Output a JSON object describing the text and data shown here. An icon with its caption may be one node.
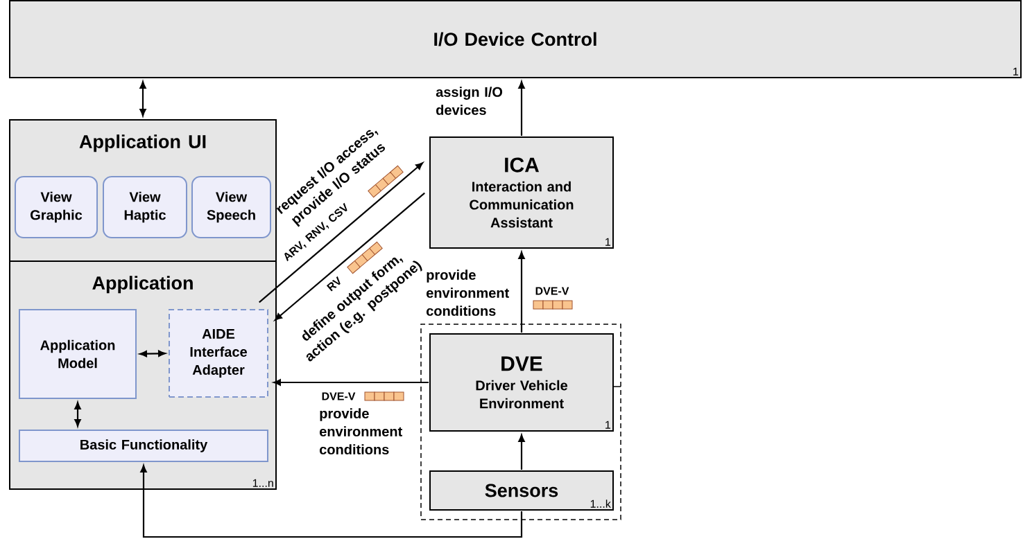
{
  "diagram": {
    "nodes": [
      {
        "text": [
          "I/O Device Control",
          "1"
        ]
      },
      {
        "text": [
          "Application UI"
        ]
      },
      {
        "text": [
          "View Graphic"
        ],
        "in": 1
      },
      {
        "text": [
          "View Haptic"
        ],
        "in": 1
      },
      {
        "text": [
          "View Speech"
        ],
        "in": 1
      },
      {
        "text": [
          "Application",
          "1...n"
        ]
      },
      {
        "text": [
          "Application Model"
        ],
        "in": 5
      },
      {
        "text": [
          "AIDE Interface Adapter"
        ],
        "in": 5
      },
      {
        "text": [
          "Basic Functionality"
        ],
        "in": 5
      },
      {
        "text": [
          "ICA",
          "Interaction and Communication Assistant",
          "1"
        ]
      },
      {
        "text": [],
        "shape": "box"
      },
      {
        "text": [
          "DVE",
          "Driver Vehicle Environment",
          "1"
        ],
        "in": 10
      },
      {
        "text": [
          "Sensors",
          "1...k"
        ],
        "in": 10
      }
    ],
    "edges": [
      {
        "from": 1,
        "to": 0,
        "arrow": "both"
      },
      {
        "from": 9,
        "to": 0,
        "arrow": "to",
        "label": "assign I/O devices"
      },
      {
        "from": 7,
        "to": 9,
        "arrow": "to",
        "label": "request I/O access, provide I/O status"
      },
      {
        "from": 9,
        "to": 7,
        "arrow": "to",
        "label": "define output form, action (e.g. postpone)"
      },
      {
        "from": 11,
        "to": 9,
        "arrow": "to",
        "label": "provide environment conditions"
      },
      {
        "from": 11,
        "to": 7,
        "arrow": "to",
        "label": "provide environment conditions"
      },
      {
        "from": 12,
        "to": 11,
        "arrow": "to"
      },
      {
        "from": 12,
        "to": 8,
        "arrow": "to"
      },
      {
        "from": 6,
        "to": 7,
        "arrow": "both"
      },
      {
        "from": 6,
        "to": 8,
        "arrow": "both"
      }
    ],
    "labels": [
      "ARV, RNV, CSV",
      "RV",
      "DVE-V",
      "DVE-V"
    ]
  }
}
